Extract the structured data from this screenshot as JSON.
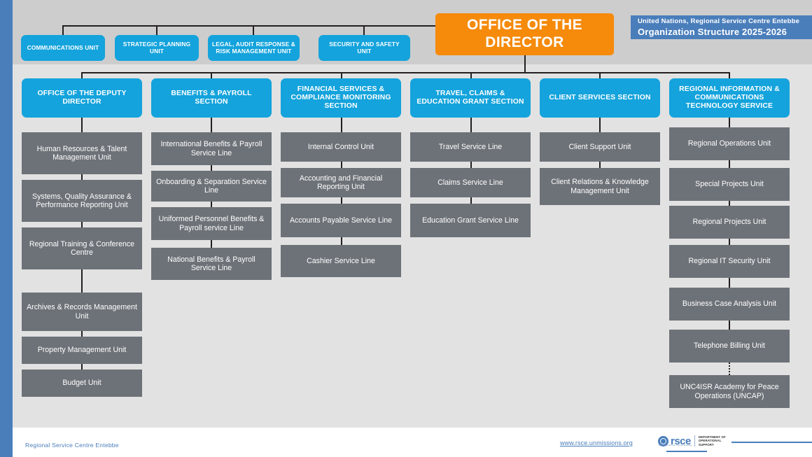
{
  "header": {
    "title_line1": "United Nations, Regional Service Centre Entebbe",
    "title_line2": "Organization Structure 2025-2026",
    "banner_color": "#4a7ebb"
  },
  "colors": {
    "director": "#f58a0b",
    "section": "#14a3dc",
    "unit": "#6d7278",
    "canvas_top": "#cdcdcd",
    "canvas_body": "#e2e2e2",
    "connector": "#231f20"
  },
  "director": {
    "label": "OFFICE OF THE DIRECTOR"
  },
  "director_staff_units": [
    {
      "label": "COMMUNICATIONS UNIT"
    },
    {
      "label": "STRATEGIC PLANNING UNIT"
    },
    {
      "label": "LEGAL, AUDIT RESPONSE & RISK MANAGEMENT UNIT"
    },
    {
      "label": "SECURITY AND SAFETY UNIT"
    }
  ],
  "sections": [
    {
      "label": "OFFICE OF THE DEPUTY DIRECTOR",
      "units": [
        {
          "label": "Human Resources & Talent Management Unit"
        },
        {
          "label": "Systems, Quality Assurance & Performance Reporting Unit"
        },
        {
          "label": "Regional Training & Conference Centre"
        },
        {
          "label": "Archives & Records Management Unit"
        },
        {
          "label": "Property Management Unit"
        },
        {
          "label": "Budget Unit"
        }
      ]
    },
    {
      "label": "BENEFITS & PAYROLL SECTION",
      "units": [
        {
          "label": "International Benefits & Payroll Service Line"
        },
        {
          "label": "Onboarding & Separation Service Line"
        },
        {
          "label": "Uniformed Personnel Benefits & Payroll service Line"
        },
        {
          "label": "National Benefits & Payroll Service Line"
        }
      ]
    },
    {
      "label": "FINANCIAL SERVICES & COMPLIANCE MONITORING SECTION",
      "units": [
        {
          "label": "Internal Control Unit"
        },
        {
          "label": "Accounting and Financial Reporting Unit"
        },
        {
          "label": "Accounts Payable Service Line"
        },
        {
          "label": "Cashier Service Line"
        }
      ]
    },
    {
      "label": "TRAVEL, CLAIMS & EDUCATION GRANT SECTION",
      "units": [
        {
          "label": "Travel Service Line"
        },
        {
          "label": "Claims Service Line"
        },
        {
          "label": "Education Grant Service Line"
        }
      ]
    },
    {
      "label": "CLIENT SERVICES SECTION",
      "units": [
        {
          "label": "Client Support Unit"
        },
        {
          "label": "Client Relations & Knowledge Management Unit"
        }
      ]
    },
    {
      "label": "REGIONAL INFORMATION & COMMUNICATIONS TECHNOLOGY SERVICE",
      "units": [
        {
          "label": "Regional Operations Unit"
        },
        {
          "label": "Special Projects Unit"
        },
        {
          "label": "Regional Projects Unit"
        },
        {
          "label": "Regional IT Security Unit"
        },
        {
          "label": "Business Case Analysis Unit"
        },
        {
          "label": "Telephone Billing Unit"
        },
        {
          "label": "UNC4ISR Academy for Peace Operations (UNCAP)",
          "connector": "dotted"
        }
      ]
    }
  ],
  "footer": {
    "org_name": "Regional Service Centre Entebbe",
    "url": "www.rsce.unmissions.org",
    "logo_text": "rsce",
    "logo_dept_line1": "DEPARTMENT OF",
    "logo_dept_line2": "OPERATIONAL",
    "logo_dept_line3": "SUPPORT",
    "logo_caption": "Regional Service Centre Entebbe"
  }
}
